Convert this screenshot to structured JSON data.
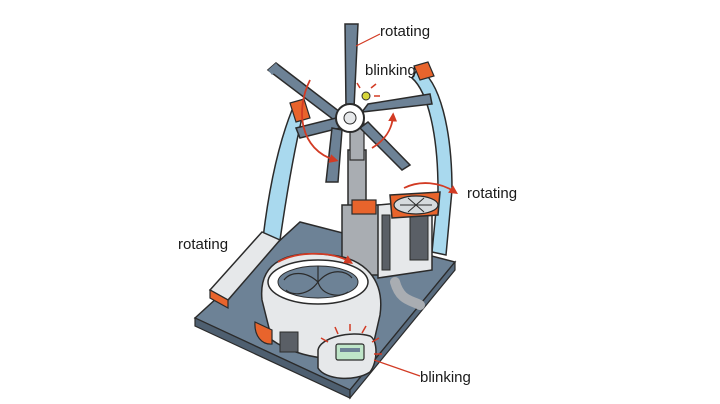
{
  "labels": {
    "top_fan": "rotating",
    "top_light": "blinking",
    "side_fan": "rotating",
    "front_fan": "rotating",
    "display": "blinking"
  },
  "colors": {
    "outline": "#2b2b2b",
    "orange": "#e8642c",
    "blue_glass": "#a9d9ee",
    "steel_blue": "#6d8296",
    "light_gray": "#e6e8ea",
    "mid_gray": "#a9adb2",
    "dark_gray": "#5a5f66",
    "red_indicator": "#d23b24",
    "yellow_light": "#d7d63a",
    "display_green": "#bfe6c9"
  },
  "icons": [
    "propeller-icon",
    "fan-icon",
    "display-icon",
    "motion-arrow-icon",
    "blink-ray-icon"
  ]
}
